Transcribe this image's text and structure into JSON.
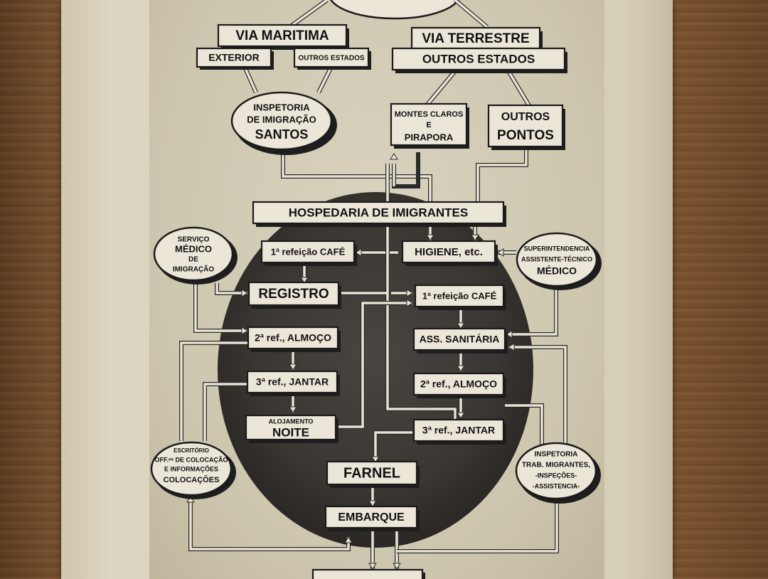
{
  "boxes": {
    "via_maritima": "VIA MARITIMA",
    "exterior": "EXTERIOR",
    "outros_estados_mar": "OUTROS ESTADOS",
    "via_terrestre": "VIA TERRESTRE",
    "outros_estados_terra": "OUTROS ESTADOS",
    "montes_claros": [
      "MONTES CLAROS",
      "E",
      "PIRAPORA"
    ],
    "outros_pontos": [
      "OUTROS",
      "PONTOS"
    ],
    "hospedaria": "HOSPEDARIA DE IMIGRANTES",
    "cafe_left": "1ª refeição CAFÉ",
    "higiene": "HIGIENE, etc.",
    "registro": "REGISTRO",
    "cafe_right": "1ª refeição CAFÉ",
    "almoco_left": "2ª ref., ALMOÇO",
    "ass_sanitaria": "ASS. SANITÁRIA",
    "jantar_left": "3ª ref., JANTAR",
    "almoco_right": "2ª ref., ALMOÇO",
    "alojamento": [
      "ALOJAMENTO",
      "NOITE"
    ],
    "jantar_right": "3ª ref., JANTAR",
    "farnel": "FARNEL",
    "embarque": "EMBARQUE"
  },
  "ellipses": {
    "inspetoria_santos": [
      "INSPETORIA",
      "DE IMIGRAÇÃO",
      "SANTOS"
    ],
    "servico_medico": [
      "SERVIÇO",
      "MÉDICO",
      "DE",
      "IMIGRAÇÃO"
    ],
    "superintendencia": [
      "SUPERINTENDENCIA",
      "ASSISTENTE-TÉCNICO",
      "MÉDICO"
    ],
    "escritorio": [
      "ESCRITÓRIO",
      "OFF.ᵒˢ DE COLOCAÇÃO",
      "E INFORMAÇÕES",
      "COLOCAÇÕES"
    ],
    "inspetoria_trab": [
      "INSPETORIA",
      "TRAB. MIGRANTES,",
      "-INSPEÇÕES-",
      "-ASSISTENCIA-"
    ]
  },
  "colors": {
    "box_fill": "#ebe6d8",
    "ink": "#111111",
    "line": "#e8e3d2",
    "circle_dark": "#3a3632"
  }
}
